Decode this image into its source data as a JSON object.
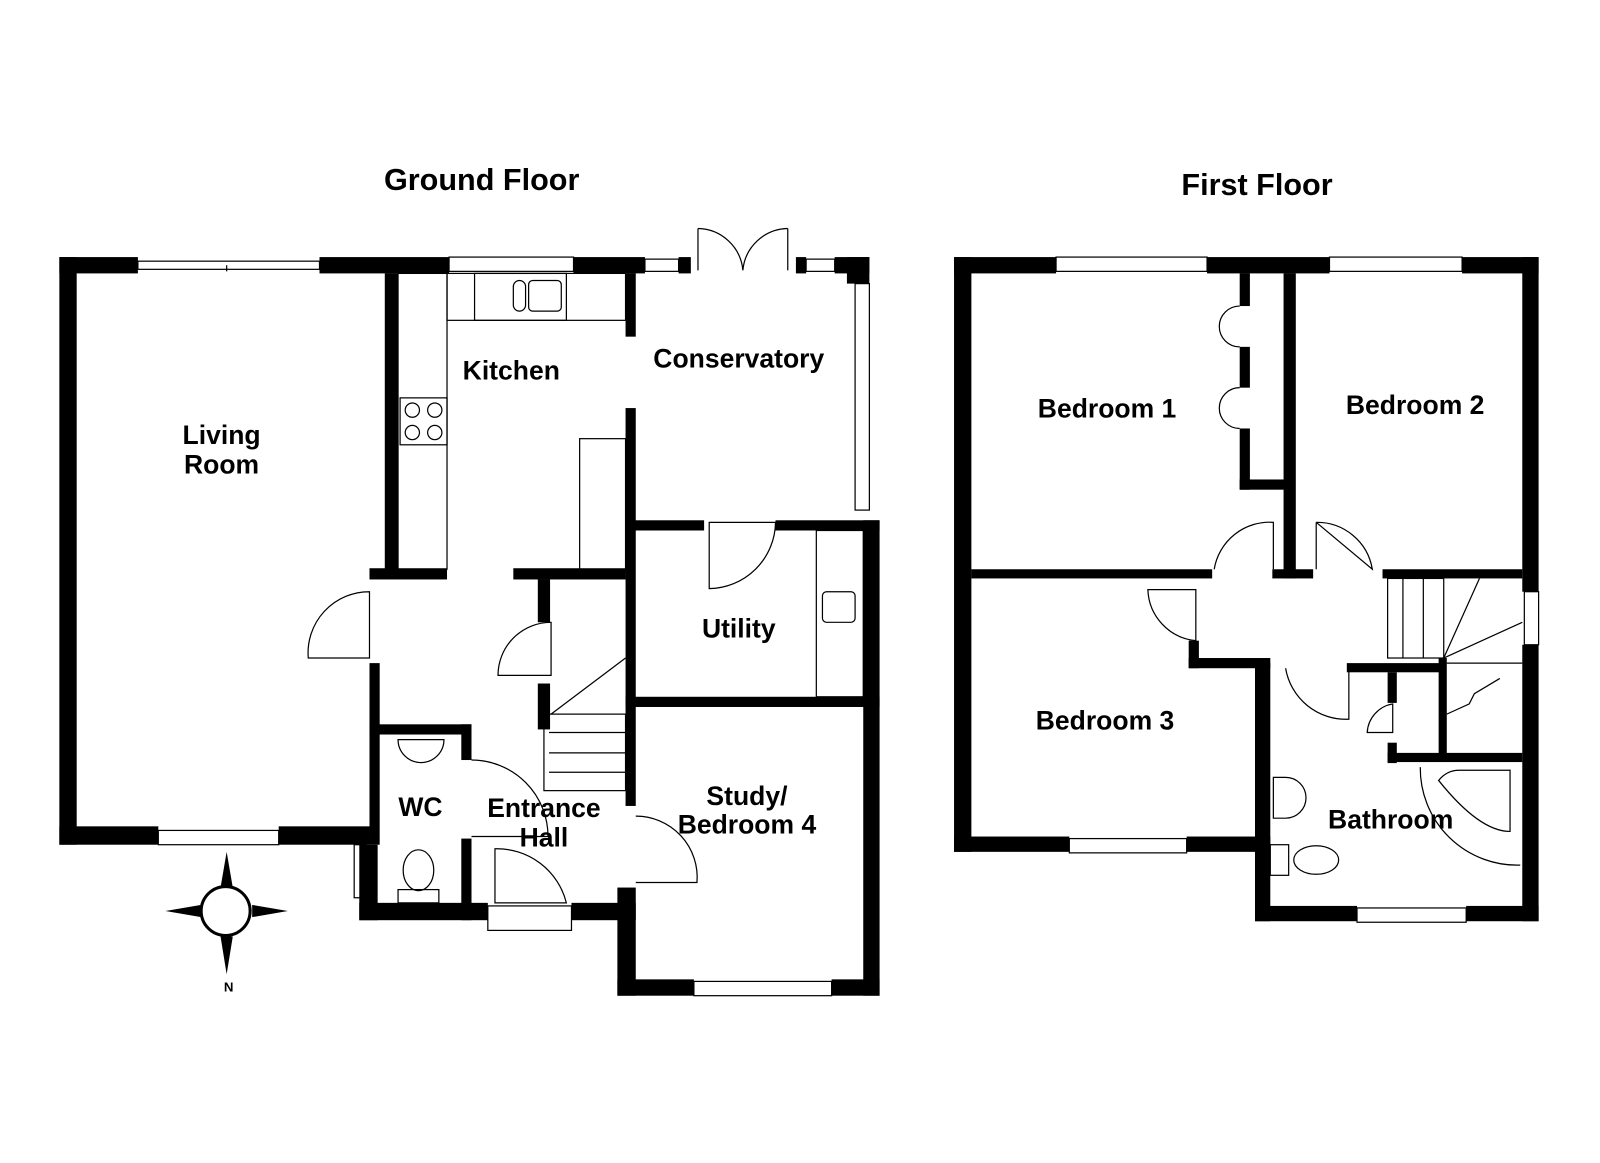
{
  "ground_floor": {
    "title": "Ground Floor",
    "rooms": {
      "living_room": [
        "Living",
        "Room"
      ],
      "kitchen": "Kitchen",
      "conservatory": "Conservatory",
      "utility": "Utility",
      "wc": "WC",
      "entrance_hall": [
        "Entrance",
        "Hall"
      ],
      "study": [
        "Study/",
        "Bedroom 4"
      ]
    },
    "compass_label": "N"
  },
  "first_floor": {
    "title": "First Floor",
    "rooms": {
      "bedroom1": "Bedroom 1",
      "bedroom2": "Bedroom 2",
      "bedroom3": "Bedroom 3",
      "bathroom": "Bathroom"
    }
  }
}
